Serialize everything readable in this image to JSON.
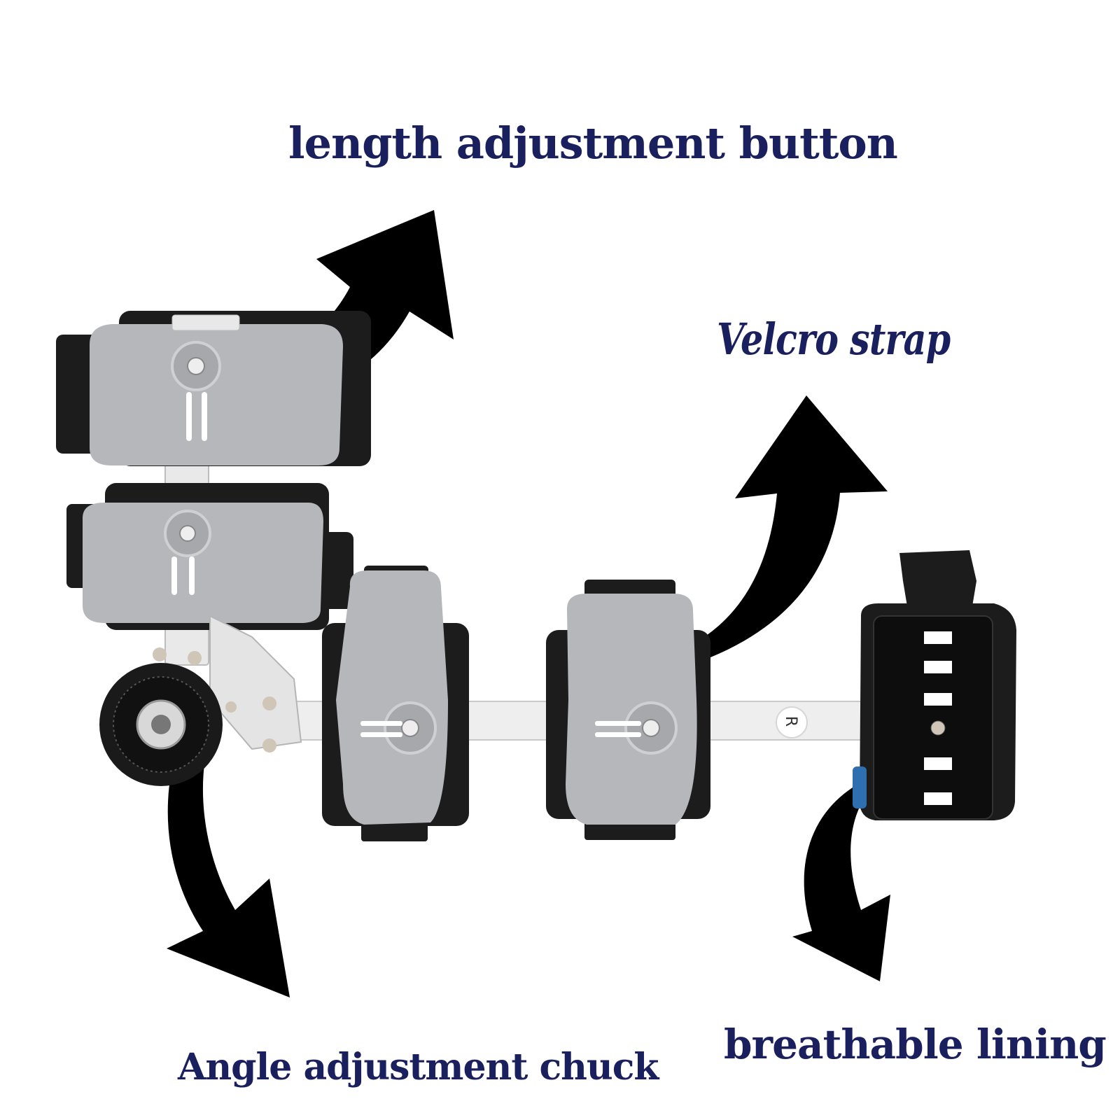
{
  "labels": {
    "length_adjustment": "length adjustment button",
    "velcro_strap": "Velcro strap",
    "angle_adjustment": "Angle adjustment chuck",
    "breathable_lining": "breathable lining"
  },
  "hinge_marker": "R",
  "colors": {
    "label_text": "#1a1f5e",
    "arrow": "#000000",
    "shell": "#b5b7ba",
    "strap": "#1c1c1c",
    "bar": "#eeeeee",
    "lining_accent": "#2f6fb0"
  }
}
